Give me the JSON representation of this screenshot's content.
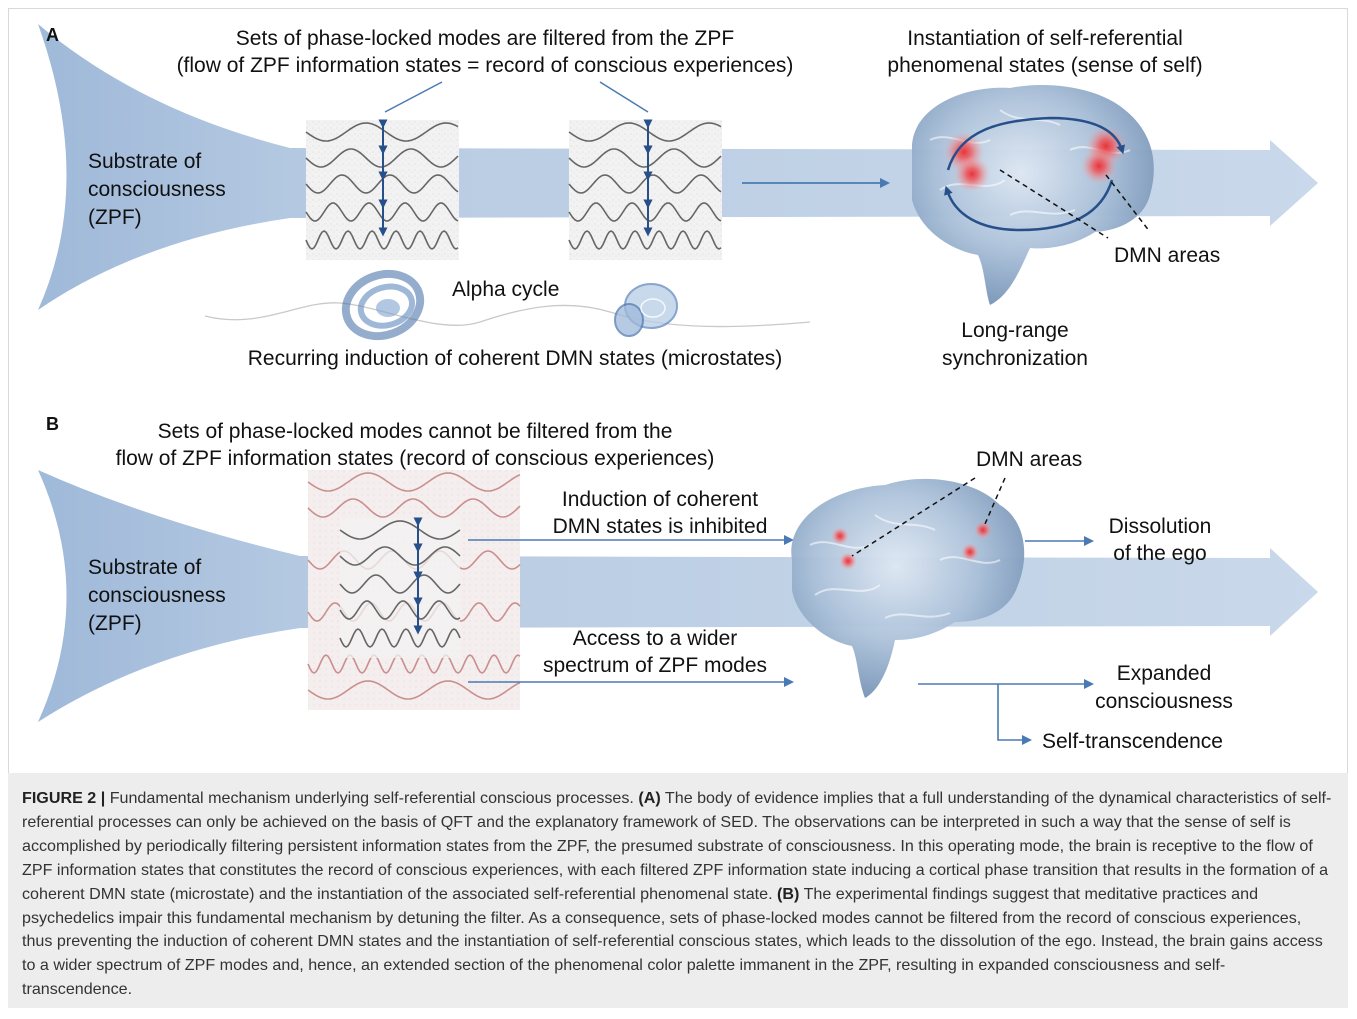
{
  "panel_a": {
    "letter": "A",
    "filter_title_line1": "Sets of phase-locked modes are filtered from the ZPF",
    "filter_title_line2": "(flow of ZPF information states = record of conscious experiences)",
    "substrate_line1": "Substrate of",
    "substrate_line2": "consciousness",
    "substrate_line3": "(ZPF)",
    "instantiation_line1": "Instantiation of self-referential",
    "instantiation_line2": "phenomenal states (sense of self)",
    "dmn_label": "DMN areas",
    "alpha_label": "Alpha cycle",
    "recurring_label": "Recurring induction of coherent DMN states (microstates)",
    "sync_line1": "Long-range",
    "sync_line2": "synchronization"
  },
  "panel_b": {
    "letter": "B",
    "title_line1": "Sets of phase-locked modes cannot be filtered from the",
    "title_line2": "flow of ZPF information states (record of conscious experiences)",
    "substrate_line1": "Substrate of",
    "substrate_line2": "consciousness",
    "substrate_line3": "(ZPF)",
    "dmn_label": "DMN areas",
    "inhibited_line1": "Induction of coherent",
    "inhibited_line2": "DMN states is inhibited",
    "access_line1": "Access to a wider",
    "access_line2": "spectrum of ZPF modes",
    "dissolution_line1": "Dissolution",
    "dissolution_line2": "of the ego",
    "expanded_line1": "Expanded",
    "expanded_line2": "consciousness",
    "transcendence": "Self-transcendence"
  },
  "caption": {
    "figure_label": "FIGURE 2 |",
    "title": "Fundamental mechanism underlying self-referential conscious processes.",
    "a_label": "(A)",
    "a_text": "The body of evidence implies that a full understanding of the dynamical characteristics of self-referential processes can only be achieved on the basis of QFT and the explanatory framework of SED. The observations can be interpreted in such a way that the sense of self is accomplished by periodically filtering persistent information states from the ZPF, the presumed substrate of consciousness. In this operating mode, the brain is receptive to the flow of ZPF information states that constitutes the record of conscious experiences, with each filtered ZPF information state inducing a cortical phase transition that results in the formation of a coherent DMN state (microstate) and the instantiation of the associated self-referential phenomenal state.",
    "b_label": "(B)",
    "b_text": "The experimental findings suggest that meditative practices and psychedelics impair this fundamental mechanism by detuning the filter. As a consequence, sets of phase-locked modes cannot be filtered from the record of conscious experiences, thus preventing the induction of coherent DMN states and the instantiation of self-referential conscious states, which leads to the dissolution of the ego. Instead, the brain gains access to a wider spectrum of ZPF modes and, hence, an extended section of the phenomenal color palette immanent in the ZPF, resulting in expanded consciousness and self-transcendence."
  },
  "colors": {
    "flow_light": "#c7d6e8",
    "flow_mid": "#a9c0dc",
    "arrow_blue": "#4a7ab3",
    "dark_arrow": "#27508a",
    "red_wave": "#c98f8f",
    "brain_blue": "#8fa9c7",
    "hotspot": "#e0343a",
    "caption_bg": "#ededee"
  },
  "icons": [
    "brain-image",
    "double-headed-arrow-icon",
    "attractor-icon"
  ]
}
